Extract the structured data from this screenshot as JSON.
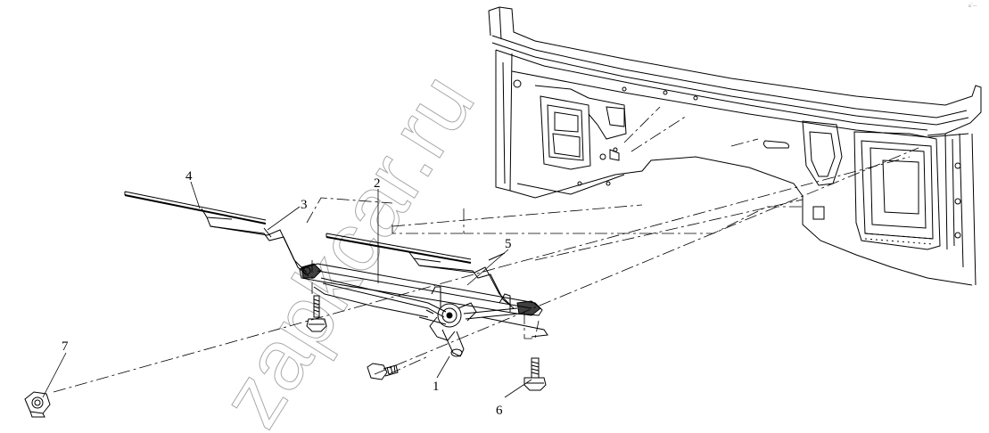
{
  "diagram": {
    "callouts": [
      {
        "id": "1",
        "label": "1"
      },
      {
        "id": "2",
        "label": "2"
      },
      {
        "id": "3",
        "label": "3"
      },
      {
        "id": "4",
        "label": "4"
      },
      {
        "id": "5",
        "label": "5"
      },
      {
        "id": "6",
        "label": "6"
      },
      {
        "id": "7",
        "label": "7"
      }
    ],
    "watermark": "zapkcar.ru",
    "corner_mark": "a‾—"
  },
  "colors": {
    "line": "#000000",
    "watermark": "#8c8c8c",
    "background": "#ffffff"
  }
}
